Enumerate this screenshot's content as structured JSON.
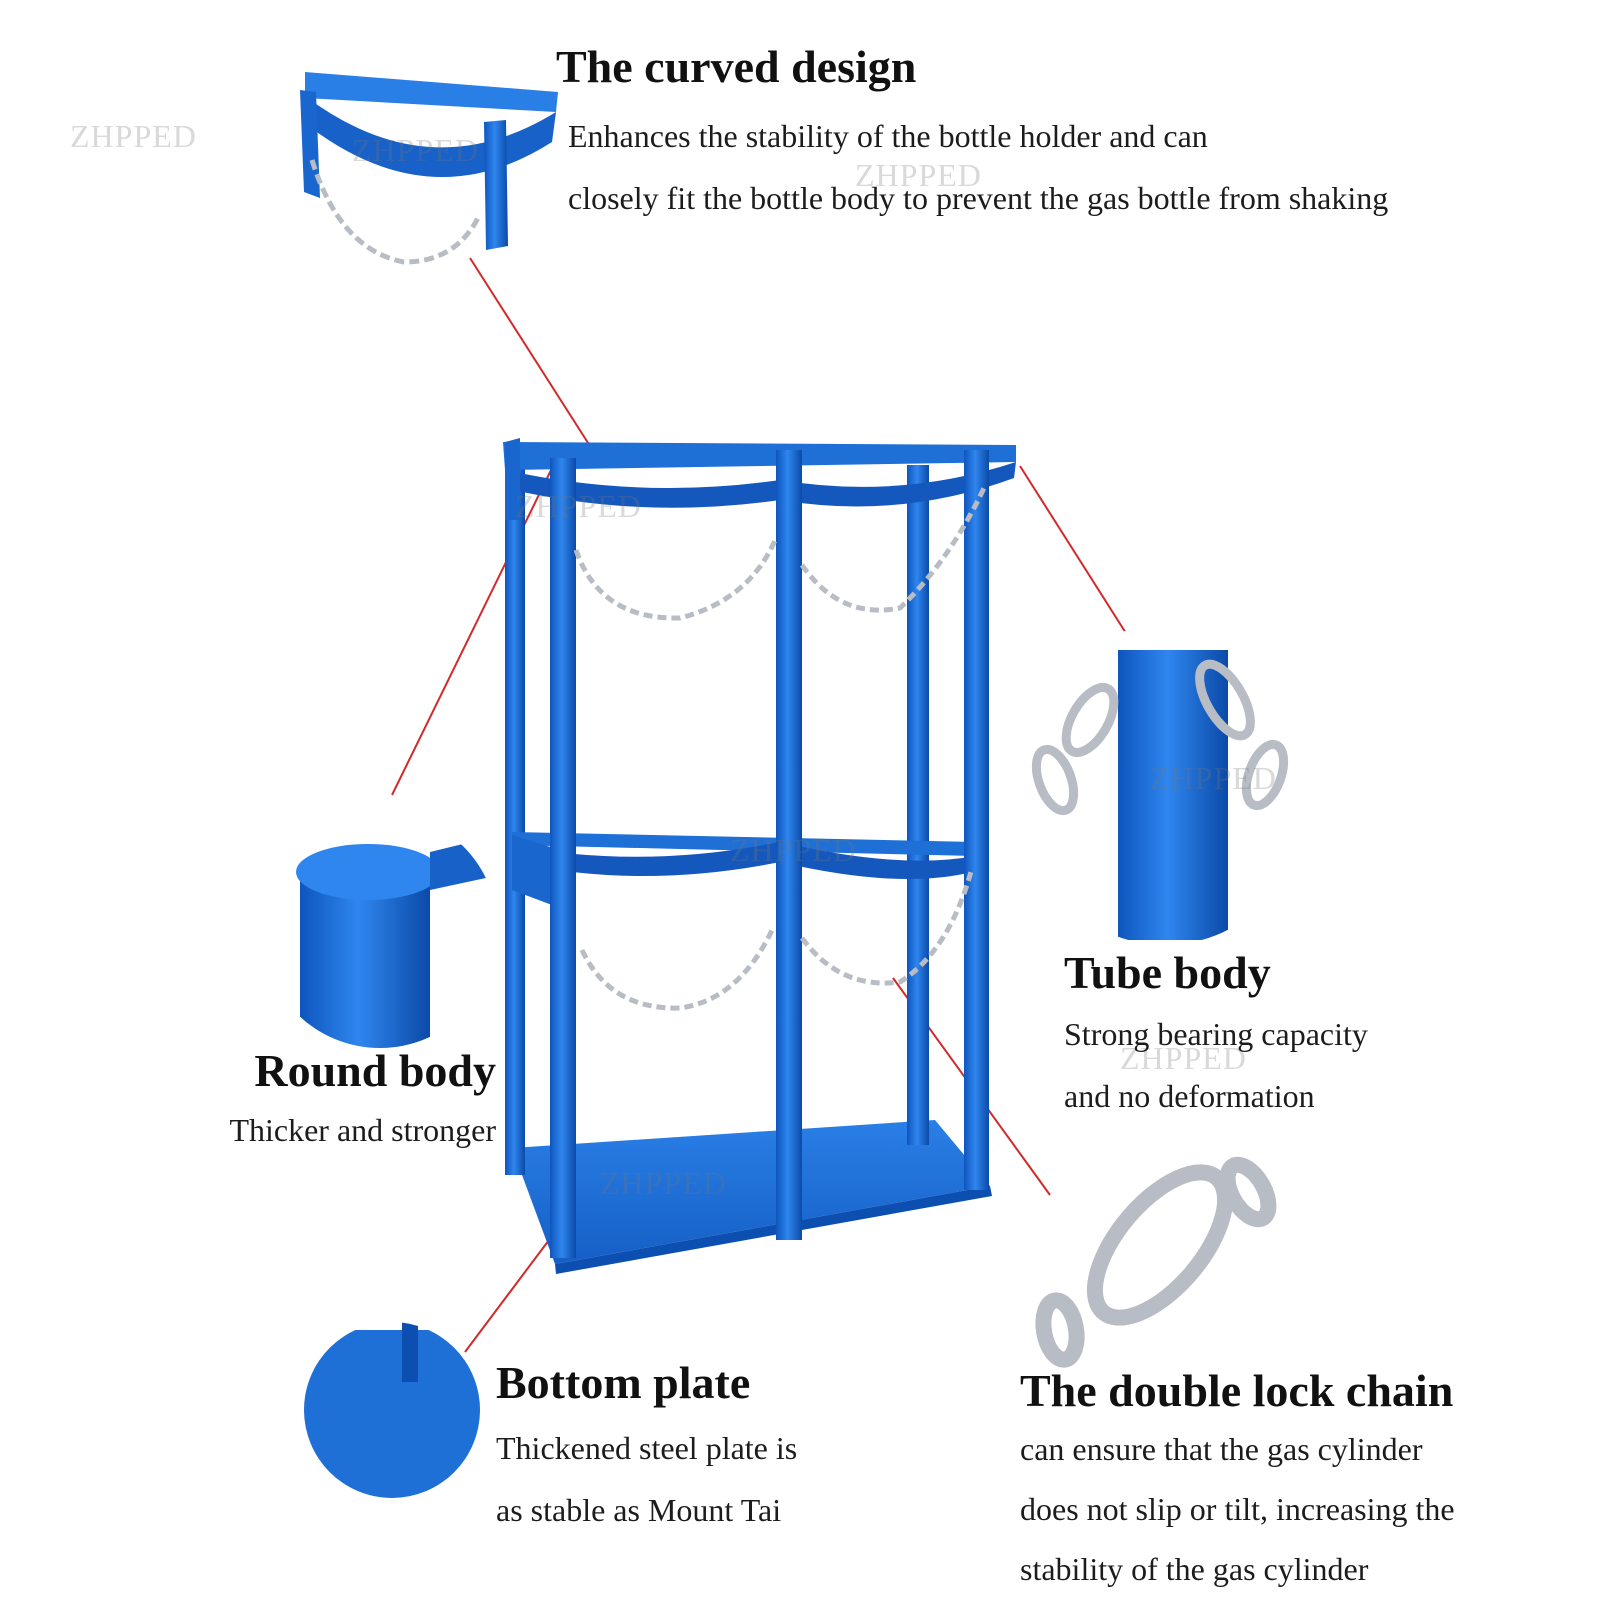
{
  "colors": {
    "frame_blue": "#1e6fd6",
    "frame_shadow": "#0d4fb0",
    "chain": "#b8bcc4",
    "callout_line": "#d12a2a",
    "background": "#ffffff"
  },
  "watermark": "ZHPPED",
  "features": {
    "curved_design": {
      "title": "The curved design",
      "desc_lines": [
        "Enhances the stability of the bottle holder and can",
        "closely fit the bottle body to prevent the gas bottle from shaking"
      ]
    },
    "tube_body": {
      "title": "Tube body",
      "desc_lines": [
        "Strong bearing capacity",
        "and no deformation"
      ]
    },
    "round_body": {
      "title": "Round body",
      "desc_lines": [
        "Thicker and stronger"
      ]
    },
    "bottom_plate": {
      "title": "Bottom plate",
      "desc_lines": [
        "Thickened steel plate is",
        "as stable as Mount Tai"
      ]
    },
    "double_lock_chain": {
      "title": "The double lock chain",
      "desc_lines": [
        "can ensure that the gas cylinder",
        "does not slip or tilt, increasing the",
        "stability of the gas cylinder"
      ]
    }
  }
}
